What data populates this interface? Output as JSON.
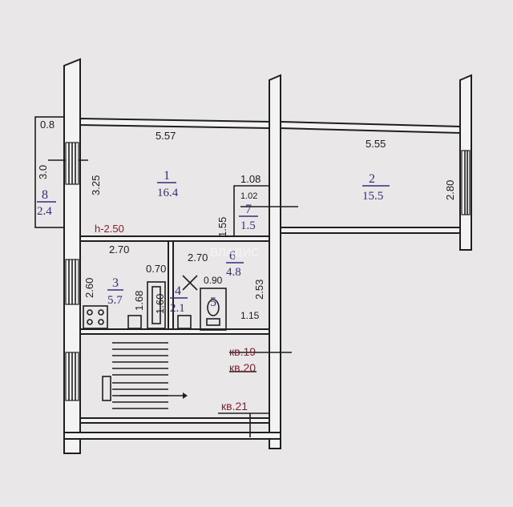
{
  "plan": {
    "dimensions": {
      "balcony_width": "0.8",
      "balcony_length": "3.0",
      "room1_width": "5.57",
      "room1_height": "3.25",
      "room2_width": "5.55",
      "room2_height": "2.80",
      "closet_width": "1.08",
      "closet_inner": "1.02",
      "closet_height": "1.55",
      "kitchen_width": "2.70",
      "kitchen_height": "2.60",
      "hall_width": "2.70",
      "hall_height": "2.53",
      "bath_width": "0.70",
      "bath_height": "1.60",
      "kitchen_nook": "1.68",
      "wc_width": "0.90",
      "entry_width": "1.15"
    },
    "ceiling_height": "h-2.50",
    "rooms": [
      {
        "no": "1",
        "area": "16.4"
      },
      {
        "no": "2",
        "area": "15.5"
      },
      {
        "no": "3",
        "area": "5.7"
      },
      {
        "no": "4",
        "area": "2.1"
      },
      {
        "no": "5",
        "area": ""
      },
      {
        "no": "6",
        "area": "4.8"
      },
      {
        "no": "7",
        "area": "1.5"
      },
      {
        "no": "8",
        "area": "2.4"
      }
    ],
    "apartments": [
      "кв.19",
      "кв.20",
      "кв.21"
    ],
    "watermark": "ВЛАДИС"
  }
}
